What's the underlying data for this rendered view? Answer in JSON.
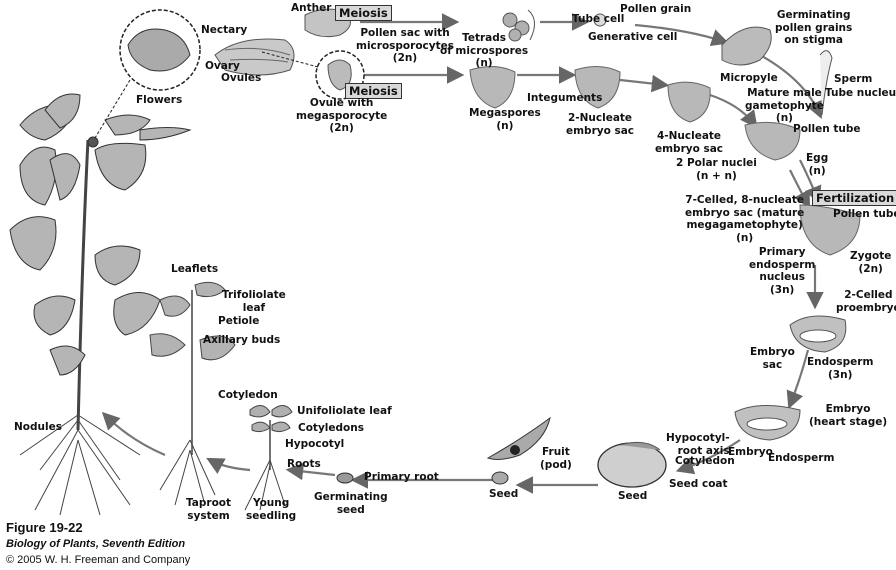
{
  "figure": {
    "title": "Figure 19-22",
    "book": "Biology of Plants, Seventh Edition",
    "copyright": "© 2005 W. H. Freeman and Company"
  },
  "process_boxes": {
    "meiosis_top": "Meiosis",
    "meiosis_bottom": "Meiosis",
    "fertilization": "Fertilization"
  },
  "labels": {
    "flowers": "Flowers",
    "anther": "Anther",
    "nectary": "Nectary",
    "ovary": "Ovary",
    "ovules": "Ovules",
    "pollen_sac": [
      "Pollen sac with",
      "microsporocytes",
      "(2n)"
    ],
    "ovule_mega": [
      "Ovule with",
      "megasporocyte",
      "(2n)"
    ],
    "tetrads": [
      "Tetrads",
      "of microspores",
      "(n)"
    ],
    "tube_cell": "Tube cell",
    "pollen_grain": "Pollen grain",
    "generative_cell": "Generative cell",
    "germinating_pollen": [
      "Germinating",
      "pollen grains",
      "on stigma"
    ],
    "sperm": "Sperm",
    "tube_nucleus": "Tube nucleus",
    "mature_male": [
      "Mature male",
      "gametophyte",
      "(n)"
    ],
    "integuments": "Integuments",
    "megaspores": [
      "Megaspores",
      "(n)"
    ],
    "two_nucleate": [
      "2-Nucleate",
      "embryo sac"
    ],
    "micropyle": "Micropyle",
    "four_nucleate": [
      "4-Nucleate",
      "embryo sac"
    ],
    "pollen_tube_1": "Pollen tube",
    "polar_nuclei": [
      "2 Polar nuclei",
      "(n + n)"
    ],
    "egg": [
      "Egg",
      "(n)"
    ],
    "seven_celled": [
      "7-Celled, 8-nucleate",
      "embryo sac (mature",
      "megagametophyte)",
      "(n)"
    ],
    "pollen_tube_2": "Pollen tube",
    "primary_endosperm": [
      "Primary",
      "endosperm",
      "nucleus",
      "(3n)"
    ],
    "zygote": [
      "Zygote",
      "(2n)"
    ],
    "two_celled": [
      "2-Celled",
      "proembryo"
    ],
    "embryo_sac": [
      "Embryo",
      "sac"
    ],
    "endosperm_3n": [
      "Endosperm",
      "(3n)"
    ],
    "embryo_heart": [
      "Embryo",
      "(heart stage)"
    ],
    "endosperm": "Endosperm",
    "hypocotyl_root": [
      "Hypocotyl-",
      "root axis"
    ],
    "cotyledon_seed": "Cotyledon",
    "embryo": "Embryo",
    "seed_coat": "Seed coat",
    "seed_big": "Seed",
    "fruit": [
      "Fruit",
      "(pod)"
    ],
    "seed_small": "Seed",
    "primary_root": "Primary root",
    "germinating_seed": [
      "Germinating",
      "seed"
    ],
    "unifoliolate": "Unifoliolate leaf",
    "cotyledons": "Cotyledons",
    "hypocotyl": "Hypocotyl",
    "roots": "Roots",
    "young_seedling": [
      "Young",
      "seedling"
    ],
    "taproot": [
      "Taproot",
      "system"
    ],
    "leaflets": "Leaflets",
    "trifoliolate": [
      "Trifoliolate",
      "leaf"
    ],
    "petiole": "Petiole",
    "axillary_buds": "Axillary buds",
    "cotyledon_plant": "Cotyledon",
    "nodules": "Nodules"
  }
}
